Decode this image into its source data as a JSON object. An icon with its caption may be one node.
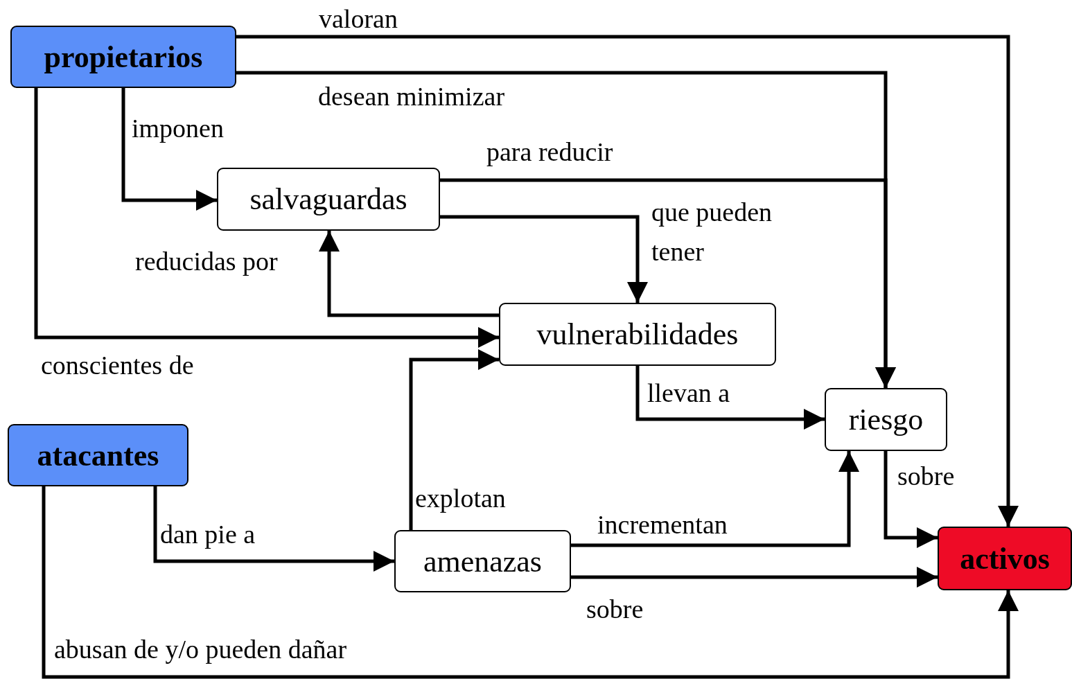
{
  "diagram": {
    "nodes": [
      {
        "text": [
          "propietarios"
        ]
      },
      {
        "text": [
          "salvaguardas"
        ]
      },
      {
        "text": [
          "vulnerabilidades"
        ]
      },
      {
        "text": [
          "riesgo"
        ]
      },
      {
        "text": [
          "atacantes"
        ]
      },
      {
        "text": [
          "amenazas"
        ]
      },
      {
        "text": [
          "activos"
        ]
      }
    ],
    "edges": [
      {
        "from": 0,
        "to": 6,
        "arrow": "to",
        "label": "valoran"
      },
      {
        "from": 0,
        "to": 3,
        "arrow": "to",
        "label": "desean minimizar"
      },
      {
        "from": 0,
        "to": 1,
        "arrow": "to",
        "label": "imponen"
      },
      {
        "from": 1,
        "to": 3,
        "arrow": "to",
        "label": "para reducir"
      },
      {
        "from": 1,
        "to": 2,
        "arrow": "to",
        "label": "que pueden tener"
      },
      {
        "from": 2,
        "to": 1,
        "arrow": "to",
        "label": "reducidas por"
      },
      {
        "from": 0,
        "to": 2,
        "arrow": "to",
        "label": "conscientes de"
      },
      {
        "from": 5,
        "to": 2,
        "arrow": "to",
        "label": "explotan"
      },
      {
        "from": 2,
        "to": 3,
        "arrow": "to",
        "label": "llevan a"
      },
      {
        "from": 3,
        "to": 6,
        "arrow": "to",
        "label": "sobre"
      },
      {
        "from": 4,
        "to": 5,
        "arrow": "to",
        "label": "dan pie a"
      },
      {
        "from": 5,
        "to": 3,
        "arrow": "to",
        "label": "incrementan"
      },
      {
        "from": 5,
        "to": 6,
        "arrow": "to",
        "label": "sobre"
      },
      {
        "from": 4,
        "to": 6,
        "arrow": "to",
        "label": "abusan de y/o pueden dañar"
      }
    ]
  }
}
